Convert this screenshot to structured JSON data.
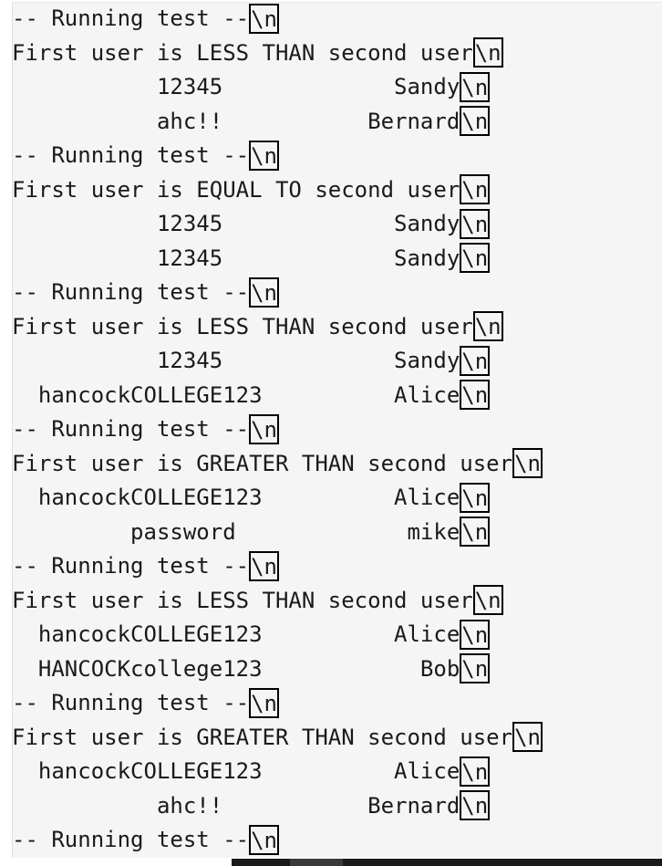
{
  "newline_marker": "\\n",
  "lines": [
    "-- Running test --",
    "First user is LESS THAN second user",
    "           12345             Sandy",
    "           ahc!!           Bernard",
    "-- Running test --",
    "First user is EQUAL TO second user",
    "           12345             Sandy",
    "           12345             Sandy",
    "-- Running test --",
    "First user is LESS THAN second user",
    "           12345             Sandy",
    "  hancockCOLLEGE123          Alice",
    "-- Running test --",
    "First user is GREATER THAN second user",
    "  hancockCOLLEGE123          Alice",
    "         password             mike",
    "-- Running test --",
    "First user is LESS THAN second user",
    "  hancockCOLLEGE123          Alice",
    "  HANCOCKcollege123            Bob",
    "-- Running test --",
    "First user is GREATER THAN second user",
    "  hancockCOLLEGE123          Alice",
    "           ahc!!           Bernard",
    "-- Running test --"
  ]
}
